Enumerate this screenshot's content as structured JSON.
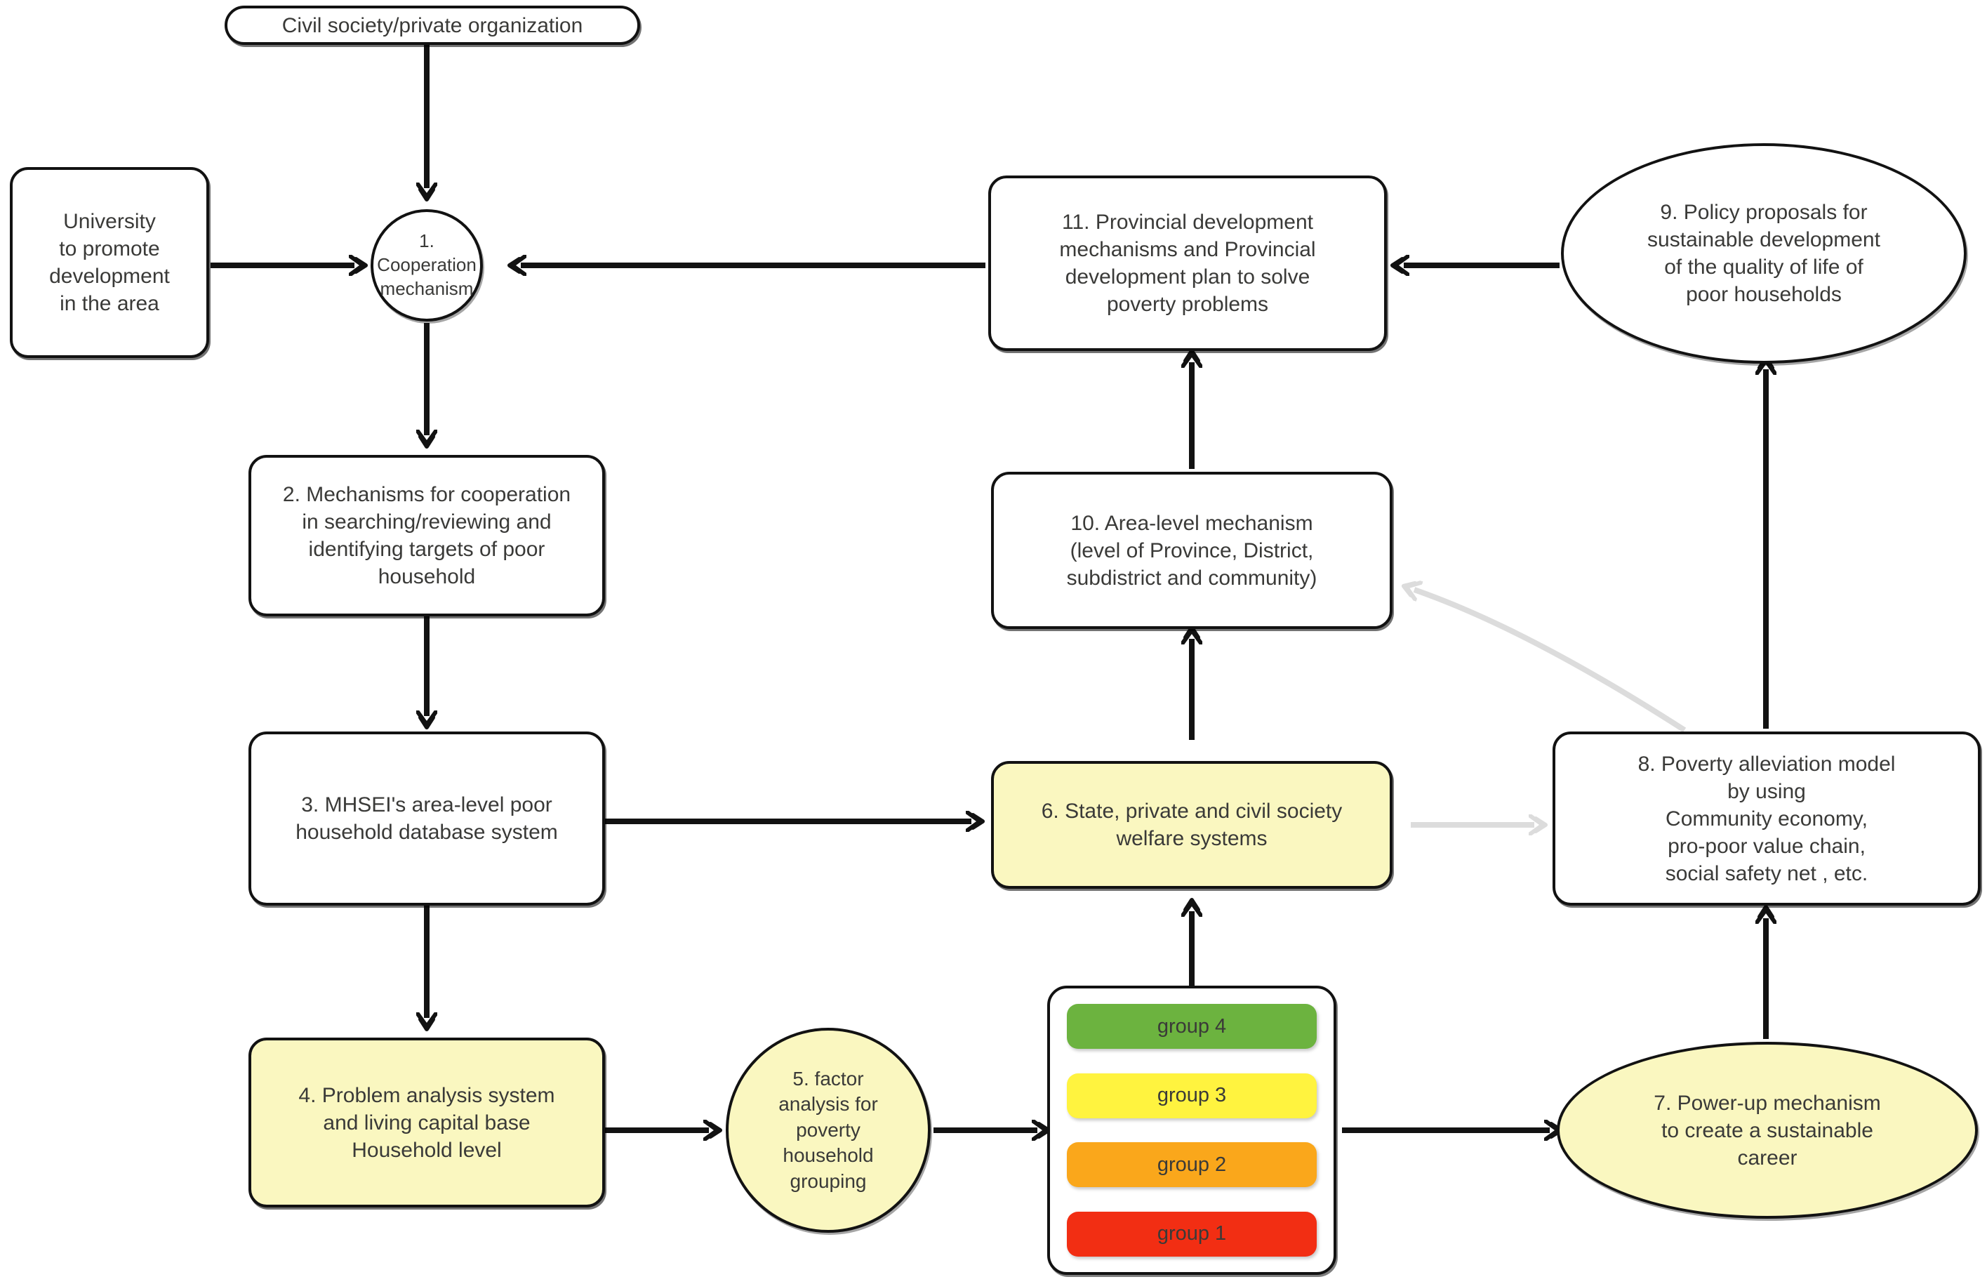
{
  "diagram": {
    "title": "Poverty alleviation cooperation mechanism flow diagram",
    "colors": {
      "node_fill_plain": "#ffffff",
      "node_fill_yellow": "#FAF7C0",
      "stroke": "#121212",
      "text": "#3a3a38",
      "faded_edge": "#dcdcdc",
      "group4": "#6CB33F",
      "group3": "#FFF33F",
      "group2": "#FAA71B",
      "group1": "#F22E13"
    },
    "nodes": [
      {
        "id": "civil",
        "label": "Civil society/private organization"
      },
      {
        "id": "univ",
        "label": "University\nto promote\ndevelopment\nin the area"
      },
      {
        "id": "n1",
        "label": "1.\nCooperation\nmechanism"
      },
      {
        "id": "n2",
        "label": "2. Mechanisms for cooperation\nin searching/reviewing and\nidentifying targets of poor\nhousehold"
      },
      {
        "id": "n3",
        "label": "3. MHSEI's area-level poor\nhousehold database system"
      },
      {
        "id": "n4",
        "label": "4. Problem analysis system\nand living capital base\nHousehold level"
      },
      {
        "id": "n5",
        "label": "5. factor\nanalysis for\npoverty\nhousehold\ngrouping"
      },
      {
        "id": "n6",
        "label": "6. State, private and civil society\nwelfare systems"
      },
      {
        "id": "n7",
        "label": "7. Power-up mechanism\nto create a sustainable\ncareer"
      },
      {
        "id": "n8",
        "label": "8. Poverty alleviation model\nby using\nCommunity economy,\npro-poor value chain,\nsocial safety net , etc."
      },
      {
        "id": "n9",
        "label": "9. Policy proposals for\nsustainable development\nof the quality of life of\npoor households"
      },
      {
        "id": "n10",
        "label": "10. Area-level mechanism\n(level of Province, District,\nsubdistrict and community)"
      },
      {
        "id": "n11",
        "label": "11. Provincial development\nmechanisms and Provincial\ndevelopment plan to solve\npoverty problems"
      }
    ],
    "groups": [
      {
        "id": "group4",
        "label": "group 4",
        "color": "#6CB33F"
      },
      {
        "id": "group3",
        "label": "group 3",
        "color": "#FFF33F"
      },
      {
        "id": "group2",
        "label": "group 2",
        "color": "#FAA71B"
      },
      {
        "id": "group1",
        "label": "group 1",
        "color": "#F22E13"
      }
    ],
    "edges": [
      {
        "from": "civil",
        "to": "n1",
        "style": "solid-black",
        "direction": "down"
      },
      {
        "from": "univ",
        "to": "n1",
        "style": "solid-black",
        "direction": "right"
      },
      {
        "from": "n11",
        "to": "n1",
        "style": "solid-black",
        "direction": "left"
      },
      {
        "from": "n1",
        "to": "n2",
        "style": "solid-black",
        "direction": "down"
      },
      {
        "from": "n2",
        "to": "n3",
        "style": "solid-black",
        "direction": "down"
      },
      {
        "from": "n3",
        "to": "n4",
        "style": "solid-black",
        "direction": "down"
      },
      {
        "from": "n3",
        "to": "n6",
        "style": "solid-black",
        "direction": "right"
      },
      {
        "from": "n4",
        "to": "n5",
        "style": "solid-black",
        "direction": "right"
      },
      {
        "from": "n5",
        "to": "groups",
        "style": "solid-black",
        "direction": "right"
      },
      {
        "from": "groups",
        "to": "n7",
        "style": "solid-black",
        "direction": "right"
      },
      {
        "from": "groups",
        "to": "n6",
        "style": "solid-black",
        "direction": "up"
      },
      {
        "from": "n6",
        "to": "n10",
        "style": "solid-black",
        "direction": "up"
      },
      {
        "from": "n10",
        "to": "n11",
        "style": "solid-black",
        "direction": "up"
      },
      {
        "from": "n9",
        "to": "n11",
        "style": "solid-black",
        "direction": "left"
      },
      {
        "from": "n7",
        "to": "n8",
        "style": "solid-black",
        "direction": "up"
      },
      {
        "from": "n8",
        "to": "n9",
        "style": "solid-black",
        "direction": "up"
      },
      {
        "from": "n6",
        "to": "n8",
        "style": "faded-gray",
        "direction": "right"
      },
      {
        "from": "n8",
        "to": "n10",
        "style": "faded-gray-curved",
        "direction": "left"
      }
    ]
  }
}
